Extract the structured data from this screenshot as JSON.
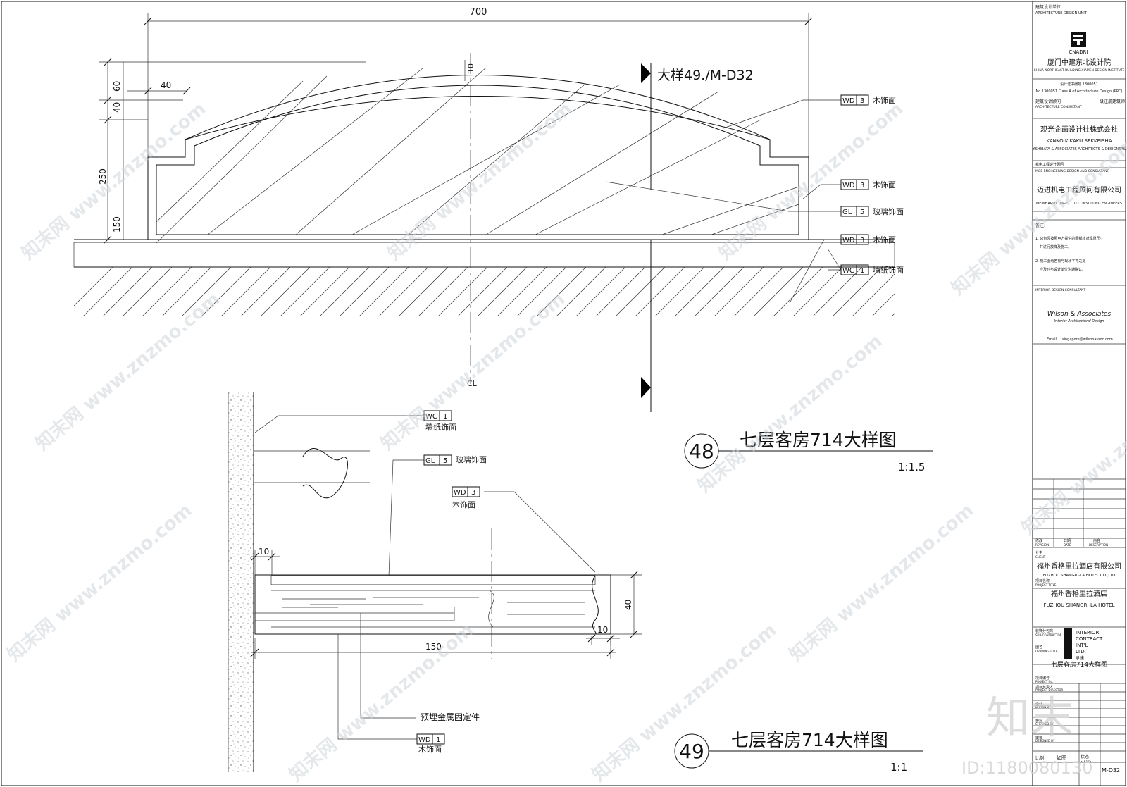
{
  "detail48": {
    "dim_top": "700",
    "dim_left_40": "40",
    "dim_10": "10",
    "dim_v_60": "60",
    "dim_v_40": "40",
    "dim_v_250": "250",
    "dim_v_150": "150",
    "section_ref": "大样49./M-D32",
    "tags": [
      {
        "code": "WD",
        "num": "3",
        "label": "木饰面"
      },
      {
        "code": "WD",
        "num": "3",
        "label": "木饰面"
      },
      {
        "code": "GL",
        "num": "5",
        "label": "玻璃饰面"
      },
      {
        "code": "WD",
        "num": "3",
        "label": "木饰面"
      },
      {
        "code": "WC",
        "num": "1",
        "label": "墙纸饰面"
      }
    ],
    "cl_mark": "CL",
    "number": "48",
    "title": "七层客房714大样图",
    "scale": "1:1.5"
  },
  "detail49": {
    "tags": [
      {
        "code": "WC",
        "num": "1",
        "label": "墙纸饰面"
      },
      {
        "code": "GL",
        "num": "5",
        "label": "玻璃饰面"
      },
      {
        "code": "WD",
        "num": "3",
        "label": "木饰面"
      },
      {
        "code": "WD",
        "num": "1",
        "label": "木饰面"
      }
    ],
    "dim_10_top": "10",
    "dim_40": "40",
    "dim_10_bottom": "10",
    "dim_150": "150",
    "fixing_note": "预埋金属固定件",
    "number": "49",
    "title": "七层客房714大样图",
    "scale": "1:1"
  },
  "title_block": {
    "architecture_unit_cn": "建筑设计单位",
    "architecture_unit_en": "ARCHITECTURE DESIGN UNIT",
    "logo_text": "CNADRI",
    "institute_cn": "厦门中建东北设计院",
    "institute_en": "CHINA NORTHEAST BUILDING XIAMEN DESIGN INSTITUTE",
    "cert_line1": "设计证书编号 1300051",
    "cert_line2": "No.1300051 Class A of Architecture Design (PRC)",
    "consultant_cn": "建筑设计顾问",
    "consultant_en": "ARCHITECTURE CONSULTANT",
    "consultant_note": "一级注册建筑师",
    "kanko_cn": "观光企画设计社株式会社",
    "kanko_en1": "KANKO KIKAKU SEKKEISHA",
    "kanko_en2": "Y.SHIBATA & ASSOCIATES ARCHITECTS & DESIGNERS",
    "mep_cn": "机电工程设计顾问",
    "mep_en": "M&E ENGINEERING DESIGN AND CONSULTANT",
    "meinhardt_cn": "迈进机电工程顾问有限公司",
    "meinhardt_en": "MEINHARDT (M&E) LTD CONSULTING ENGINEERS",
    "notes_title": "备注:",
    "note1": "1. 总包须按照甲方提供的图纸核对现场尺寸",
    "note1b": "并进行放样及施工。",
    "note2": "2. 施工图纸若有与现场不符之处",
    "note2b": "应及时与设计单位沟通确认。",
    "interior_consultant": "INTERIOR DESIGN CONSULTANT",
    "wilson": "Wilson & Associates",
    "wilson_sub": "Interior Architectural Design",
    "email_label": "Email:",
    "email": "singapore@wilsonassoc.com",
    "rev_col1": "修改",
    "rev_col1_en": "REVISION",
    "rev_col2": "日期",
    "rev_col2_en": "DATE",
    "rev_col3": "内容",
    "rev_col3_en": "DESCRIPTION",
    "client_cn": "业主",
    "client_en": "CLIENT",
    "client_name_cn": "福州香格里拉酒店有限公司",
    "client_name_en": "FUZHOU SHANGRI-LA HOTEL CO.,LTD",
    "project_cn": "项目名称",
    "project_en": "PROJECT TITLE",
    "project_name_cn": "福州香格里拉酒店",
    "project_name_en": "FUZHOU SHANGRI-LA HOTEL",
    "sub_cn": "装饰分包商",
    "sub_en": "SUB-CONTRACTOR",
    "icl_1": "INTERIOR",
    "icl_2": "CONTRACT",
    "icl_3": "INT'L",
    "icl_4": "LTD.",
    "icl_5": "承建",
    "drawing_title_cn": "图名",
    "drawing_title_en": "DRAWING TITLE",
    "drawing_title": "七层客房714大样图",
    "proj_no": "项目编号",
    "proj_no_en": "PROJECT No.",
    "proj_dir": "项目负责人",
    "proj_dir_en": "PROJECT DIRECTOR",
    "drawn_by": "设计",
    "drawn_by_en": "DRAWN BY",
    "checked_by": "校对",
    "checked_by_en": "CHECKED BY",
    "designed_by": "审核",
    "designed_by_en": "DESIGNED BY",
    "scale_cn": "比例",
    "scale_val": "如图",
    "status_cn": "状态",
    "status_en": "STATUS",
    "sheet_val": "M-D32"
  },
  "watermark": {
    "site": "www.znzmo.com",
    "brand": "知末网",
    "logo": "知末",
    "id": "ID:1180080130"
  }
}
